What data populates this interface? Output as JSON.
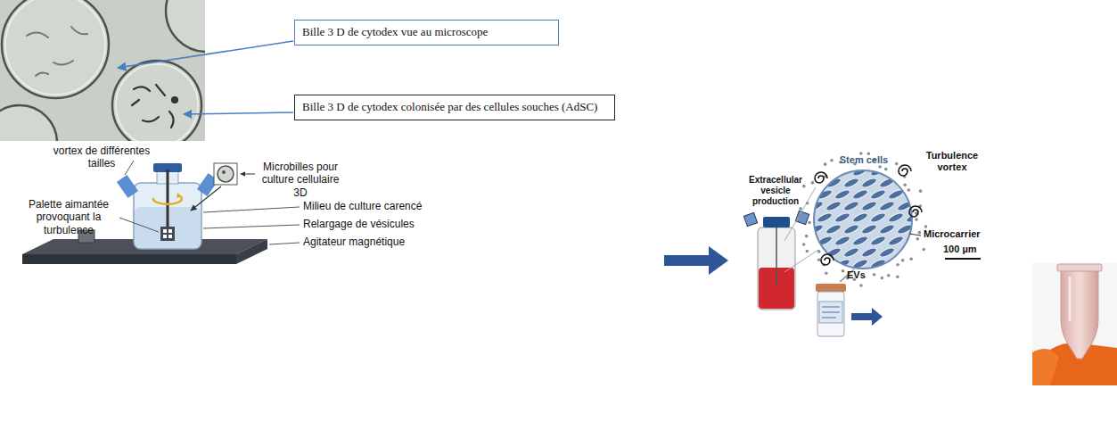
{
  "diagram": {
    "nodes": [
      {
        "text": [
          "Bille 3 D de cytodex vue au microscope"
        ]
      },
      {
        "text": [
          "Bille 3 D de cytodex colonisée par des cellules souches (AdSC)"
        ]
      }
    ],
    "labels": [
      "Microbilles pour culture cellulaire 3D",
      "vortex de différentes tailles",
      "Milieu de culture carencé",
      "Palette aimantée provoquant la turbulence",
      "Relargage de vésicules",
      "Agitateur magnétique",
      "Extracellular vesicle production",
      "Stem cells",
      "Turbulence vortex",
      "Microcarrier",
      "100 µm",
      "EVs"
    ]
  }
}
